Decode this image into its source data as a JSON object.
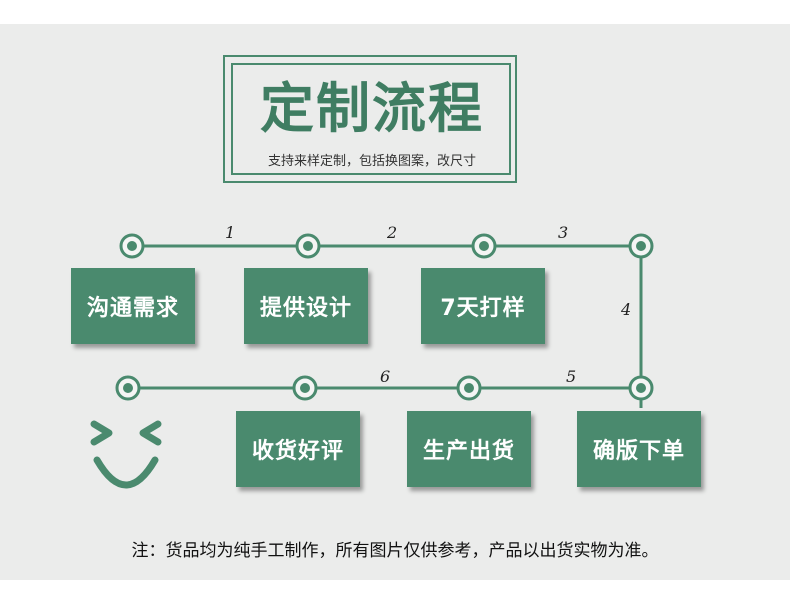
{
  "header": {
    "title": "定制流程",
    "subtitle": "支持来样定制，包括换图案，改尺寸"
  },
  "steps": [
    {
      "label": "沟通需求"
    },
    {
      "label": "提供设计"
    },
    {
      "label": "7天打样"
    },
    {
      "label": "确版下单"
    },
    {
      "label": "生产出货"
    },
    {
      "label": "收货好评"
    }
  ],
  "step_numbers": [
    "1",
    "2",
    "3",
    "4",
    "5",
    "6"
  ],
  "note": "注：货品均为纯手工制作，所有图片仅供参考，产品以出货实物为准。",
  "colors": {
    "accent": "#4a8a6e",
    "title": "#3f7d62",
    "background": "#ebeceb"
  },
  "icons": [
    "smiley-icon"
  ]
}
